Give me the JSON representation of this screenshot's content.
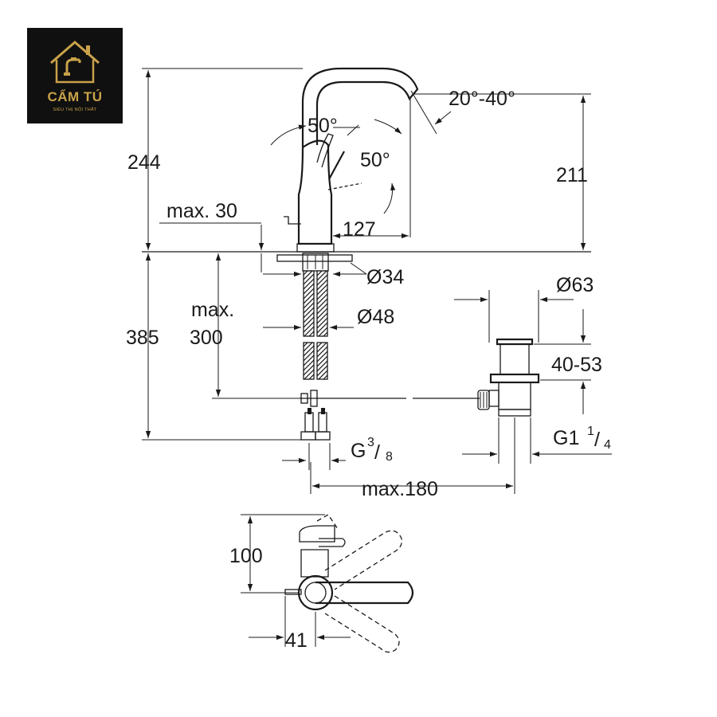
{
  "logo": {
    "name": "CẨM TÚ",
    "tagline": "SIÊU THỊ NỘI THẤT",
    "icon": "house-faucet-icon",
    "color": "#c9a24a",
    "background": "#101010"
  },
  "dimensions": {
    "total_height": "244",
    "spout_height": "211",
    "max_deck": "max. 30",
    "lever_angle_top": "50°",
    "lever_angle_side": "50°",
    "spout_swivel": "20°-40°",
    "spout_reach": "127",
    "hole_dia": "Ø34",
    "flange_dia": "Ø48",
    "under_height": "385",
    "max_hose_1": "max.",
    "max_hose_2": "300",
    "waste_dia": "Ø63",
    "waste_range": "40-53",
    "connection_base": "G",
    "connection_num": "3",
    "connection_den": "8",
    "waste_thread_base": "G1",
    "waste_thread_num": "1",
    "waste_thread_den": "4",
    "max_rod": "max.180",
    "plan_depth": "100",
    "plan_offset": "41"
  }
}
